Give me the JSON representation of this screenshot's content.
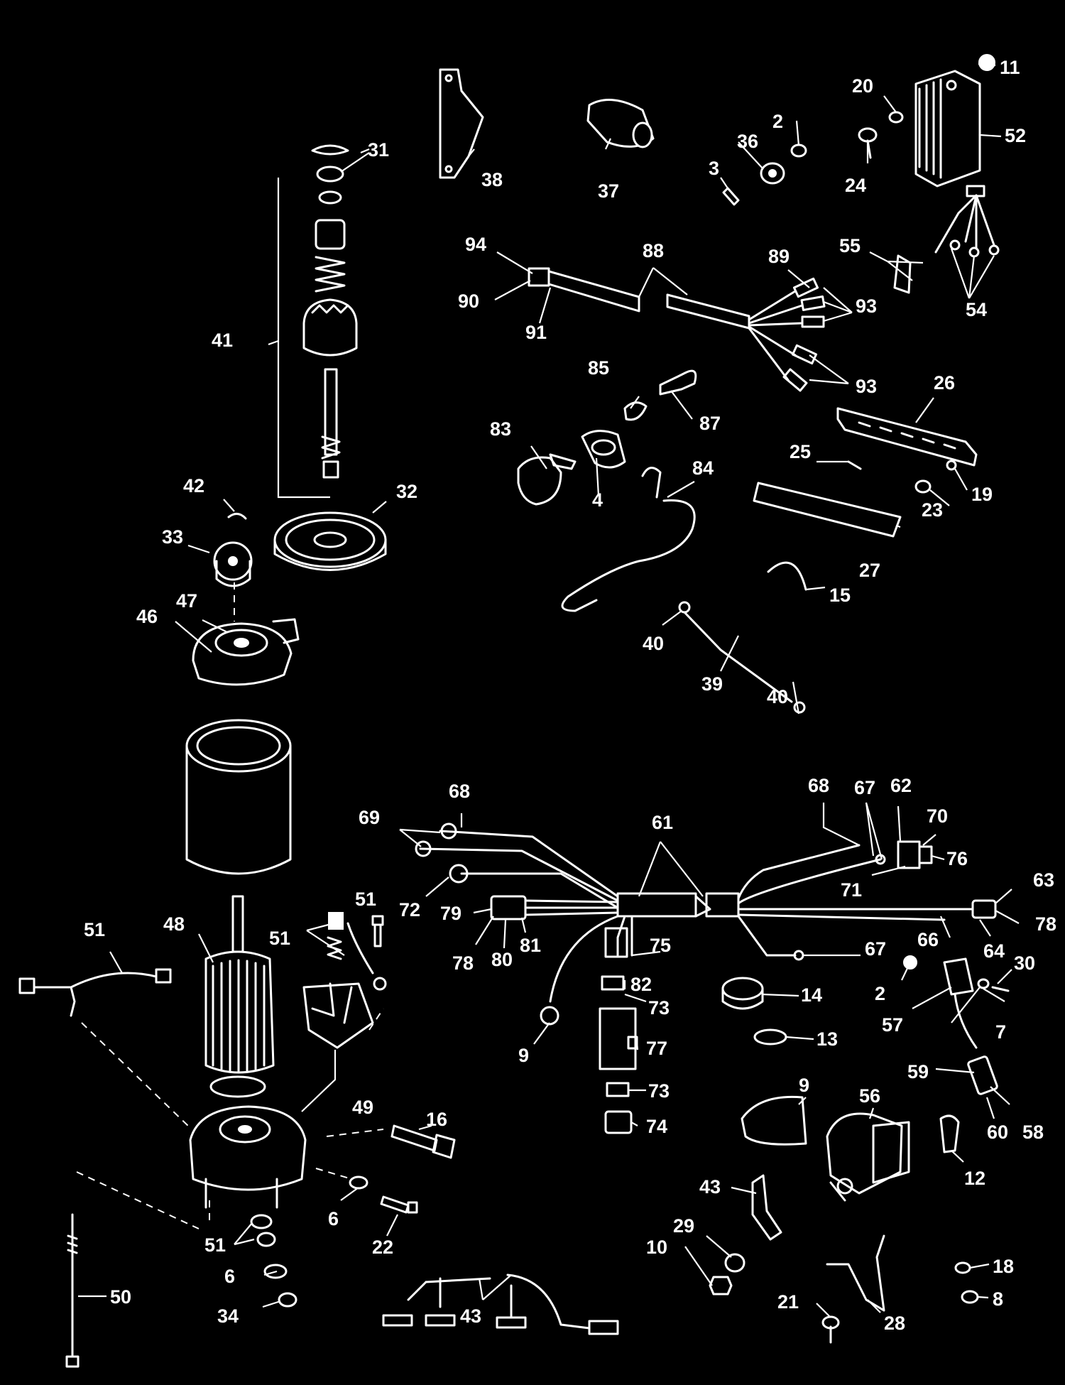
{
  "colors": {
    "background": "#000000",
    "ink": "#ffffff"
  },
  "labels": {
    "p2a": "2",
    "p2b": "2",
    "p3": "3",
    "p4": "4",
    "p6a": "6",
    "p6b": "6",
    "p7": "7",
    "p8": "8",
    "p9a": "9",
    "p9b": "9",
    "p10": "10",
    "p11": "11",
    "p12": "12",
    "p13": "13",
    "p14": "14",
    "p15": "15",
    "p16": "16",
    "p18": "18",
    "p19": "19",
    "p20": "20",
    "p21": "21",
    "p22": "22",
    "p23": "23",
    "p24": "24",
    "p25": "25",
    "p26": "26",
    "p27": "27",
    "p28": "28",
    "p29": "29",
    "p30": "30",
    "p31": "31",
    "p32": "32",
    "p33": "33",
    "p34": "34",
    "p36": "36",
    "p37": "37",
    "p38": "38",
    "p39": "39",
    "p40a": "40",
    "p40b": "40",
    "p41": "41",
    "p42": "42",
    "p43a": "43",
    "p43b": "43",
    "p46": "46",
    "p47": "47",
    "p48": "48",
    "p49": "49",
    "p50": "50",
    "p51a": "51",
    "p51b": "51",
    "p51c": "51",
    "p51d": "51",
    "p52": "52",
    "p54": "54",
    "p55": "55",
    "p56": "56",
    "p57": "57",
    "p58": "58",
    "p59": "59",
    "p60": "60",
    "p61": "61",
    "p62": "62",
    "p63": "63",
    "p64": "64",
    "p66": "66",
    "p67a": "67",
    "p67b": "67",
    "p68a": "68",
    "p68b": "68",
    "p69": "69",
    "p70": "70",
    "p71": "71",
    "p72": "72",
    "p73a": "73",
    "p73b": "73",
    "p74": "74",
    "p75": "75",
    "p76": "76",
    "p77": "77",
    "p78a": "78",
    "p78b": "78",
    "p79": "79",
    "p80": "80",
    "p81": "81",
    "p82": "82",
    "p83": "83",
    "p84": "84",
    "p85": "85",
    "p87": "87",
    "p88": "88",
    "p89": "89",
    "p90": "90",
    "p91": "91",
    "p93a": "93",
    "p93b": "93",
    "p94": "94"
  }
}
